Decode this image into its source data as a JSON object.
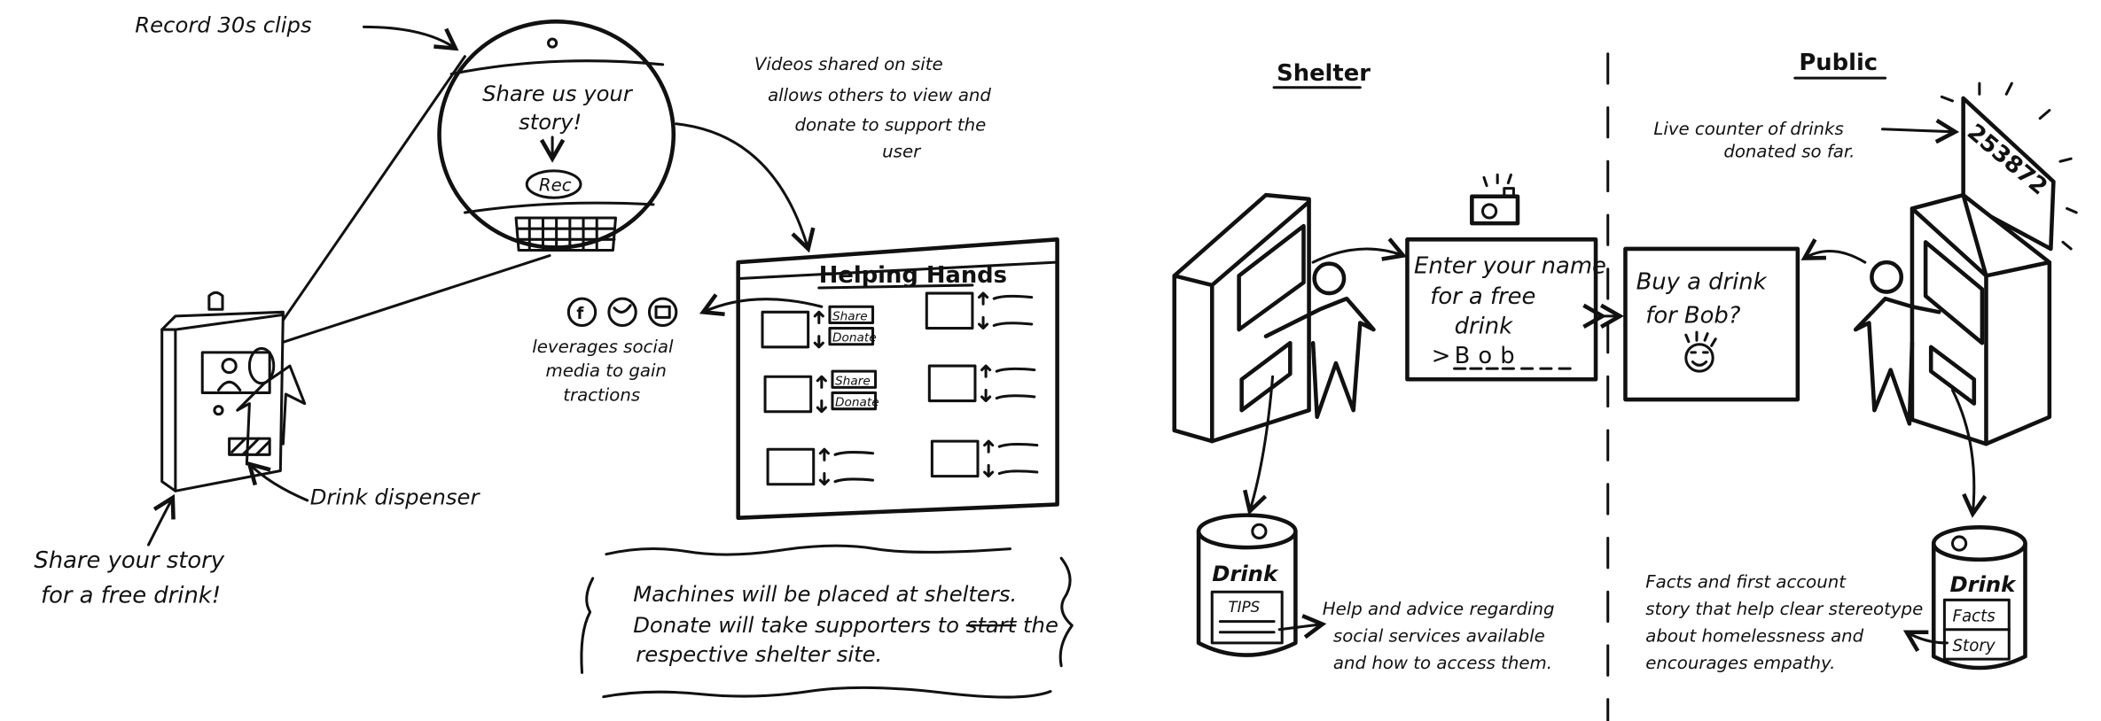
{
  "left_concept": {
    "record_note": "Record 30s clips",
    "zoom_screen": {
      "line1": "Share us your",
      "line2": "story!",
      "rec_button": "Rec"
    },
    "machine_caption": [
      "Share your story",
      "for a free drink!"
    ],
    "dispenser_label": "Drink dispenser",
    "videos_note": [
      "Videos shared on site",
      "allows others to view and",
      "donate to support the",
      "user"
    ],
    "website": {
      "title": "Helping Hands",
      "cards": [
        {
          "buttons": [
            "Share",
            "Donate"
          ]
        },
        {
          "buttons": []
        },
        {
          "buttons": [
            "Share",
            "Donate"
          ]
        },
        {
          "buttons": []
        },
        {
          "buttons": []
        },
        {
          "buttons": []
        }
      ]
    },
    "social_icons": [
      "facebook-icon",
      "twitter-icon",
      "youtube-icon"
    ],
    "social_note": [
      "leverages social",
      "media to gain",
      "tractions"
    ],
    "shelter_note": [
      "Machines will be placed at shelters.",
      "Donate will take supporters to",
      "start",
      "the",
      "respective shelter site."
    ]
  },
  "right_concept": {
    "shelter_heading": "Shelter",
    "public_heading": "Public",
    "shelter_screen": {
      "lines": [
        "Enter your name",
        "for a free",
        "drink"
      ],
      "input_prompt": ">",
      "input_value": "Bob"
    },
    "public_screen": {
      "lines": [
        "Buy a drink",
        "for Bob?"
      ]
    },
    "counter_value": "253872",
    "counter_note": [
      "Live counter of drinks",
      "donated so far."
    ],
    "shelter_can": {
      "label": "Drink",
      "insert": "TIPS"
    },
    "shelter_can_note": [
      "Help and advice regarding",
      "social services available",
      "and how to access them."
    ],
    "public_can": {
      "label": "Drink",
      "inserts": [
        "Facts",
        "Story"
      ]
    },
    "public_can_note": [
      "Facts and first account",
      "story that help clear stereotype",
      "about homelessness and",
      "encourages empathy."
    ]
  }
}
